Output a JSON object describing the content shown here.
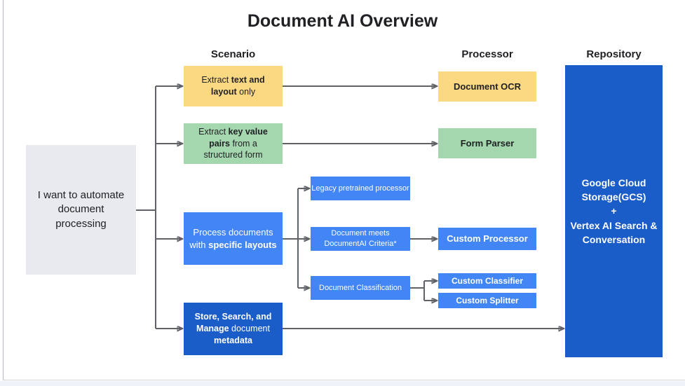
{
  "title": "Document AI Overview",
  "headers": {
    "scenario": "Scenario",
    "processor": "Processor",
    "repository": "Repository"
  },
  "intent_box": {
    "rich": [
      {
        "text": "I want to automate"
      },
      {
        "br": true
      },
      {
        "text": "document"
      },
      {
        "br": true
      },
      {
        "text": "processing"
      }
    ]
  },
  "scenario_boxes": {
    "extract_text_layout": {
      "rich": [
        {
          "text": "Extract "
        },
        {
          "text": "text and",
          "bold": true
        },
        {
          "br": true
        },
        {
          "text": "layout",
          "bold": true
        },
        {
          "text": " only"
        }
      ]
    },
    "extract_key_value": {
      "rich": [
        {
          "text": "Extract "
        },
        {
          "text": "key value",
          "bold": true
        },
        {
          "br": true
        },
        {
          "text": "pairs",
          "bold": true
        },
        {
          "text": " from a"
        },
        {
          "br": true
        },
        {
          "text": "structured form"
        }
      ]
    },
    "specific_layouts": {
      "rich": [
        {
          "text": "Process documents"
        },
        {
          "br": true
        },
        {
          "text": "with "
        },
        {
          "text": "specific layouts",
          "bold": true
        }
      ]
    },
    "store_search_manage": {
      "rich": [
        {
          "text": "Store, Search, and",
          "bold": true
        },
        {
          "br": true
        },
        {
          "text": "Manage",
          "bold": true
        },
        {
          "text": " document"
        },
        {
          "br": true
        },
        {
          "text": "metadata",
          "bold": true
        }
      ]
    }
  },
  "decision_boxes": {
    "legacy": {
      "label": "Legacy pretrained processor"
    },
    "criteria": {
      "label": "Document meets DocumentAI Criteria*"
    },
    "classification": {
      "label": "Document Classification"
    }
  },
  "processor_boxes": {
    "document_ocr": {
      "label": "Document OCR"
    },
    "form_parser": {
      "label": "Form Parser"
    },
    "custom_processor": {
      "label": "Custom Processor"
    },
    "custom_classifier": {
      "label": "Custom Classifier"
    },
    "custom_splitter": {
      "label": "Custom Splitter"
    }
  },
  "repository_box": {
    "rich": [
      {
        "text": "Google Cloud",
        "bold": true
      },
      {
        "br": true
      },
      {
        "text": "Storage(GCS)",
        "bold": true
      },
      {
        "br": true
      },
      {
        "text": "+",
        "bold": true
      },
      {
        "br": true
      },
      {
        "text": "Vertex AI Search &",
        "bold": true
      },
      {
        "br": true
      },
      {
        "text": "Conversation",
        "bold": true
      }
    ]
  },
  "colors": {
    "scenario_yellow": "#fbd983",
    "scenario_green": "#a5d7af",
    "process_blue": "#4285f4",
    "repository_blue": "#1a5cc8",
    "intent_gray": "#e8eaed",
    "arrow_gray": "#5f6368",
    "text_dark": "#202124",
    "text_light": "#ffffff"
  }
}
